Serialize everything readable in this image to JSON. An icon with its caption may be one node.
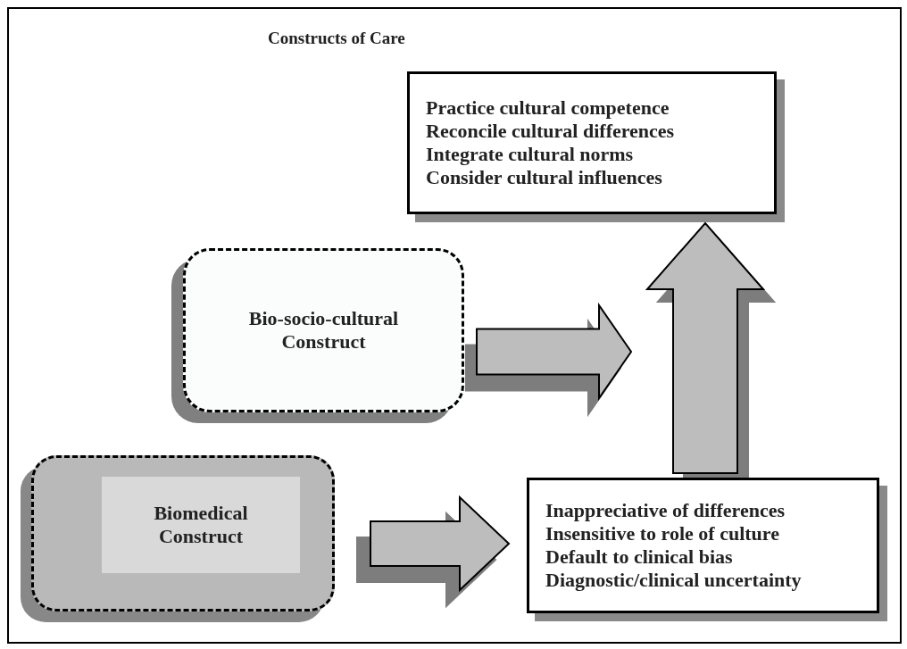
{
  "diagram": {
    "title": "Constructs of Care",
    "nodes": [
      {
        "text": [
          "Practice cultural competence",
          "Reconcile cultural differences",
          "Integrate cultural norms",
          "Consider cultural influences"
        ]
      },
      {
        "text": [
          "Bio-socio-cultural Construct"
        ]
      },
      {
        "text": [
          "Biomedical Construct"
        ]
      },
      {
        "text": [
          "Inappreciative of differences",
          "Insensitive to role of culture",
          "Default to clinical bias",
          "Diagnostic/clinical uncertainty"
        ]
      }
    ],
    "edges": [
      {
        "from": 2,
        "to": 3,
        "arrow": "to"
      },
      {
        "from": 1,
        "to": null,
        "arrow": "to"
      },
      {
        "from": 3,
        "to": 0,
        "arrow": "to"
      }
    ]
  }
}
